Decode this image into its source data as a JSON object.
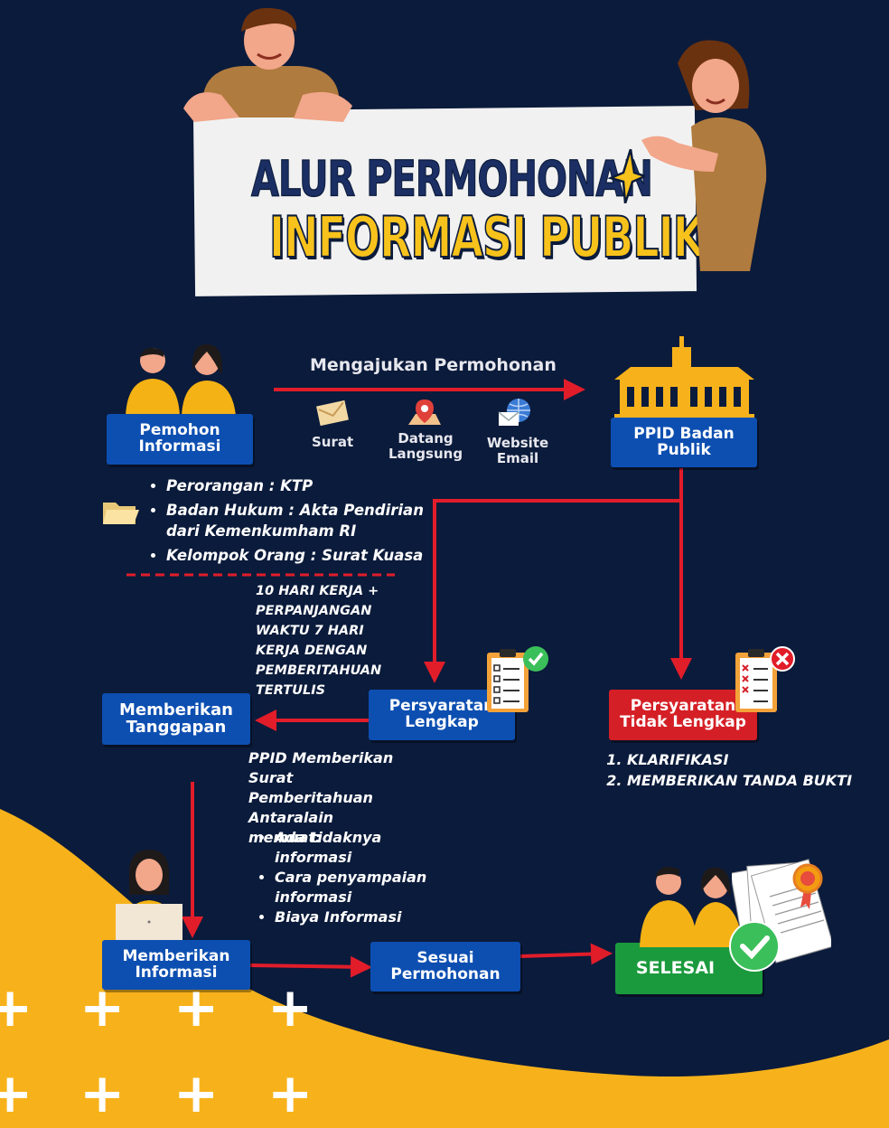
{
  "title": {
    "line1": "ALUR PERMOHONAN",
    "line2": "INFORMASI PUBLIK"
  },
  "colors": {
    "background": "#0b1b3b",
    "accent_yellow": "#f7b21b",
    "box_blue": "#0d4fb1",
    "box_red": "#d51f26",
    "box_green": "#1b9a3d",
    "arrow_red": "#e11d2a"
  },
  "nodes": {
    "pemohon": "Pemohon Informasi",
    "ppid": "PPID Badan Publik",
    "lengkap": "Persyaratan Lengkap",
    "tidak_lengkap": "Persyaratan Tidak Lengkap",
    "tanggapan": "Memberikan Tanggapan",
    "informasi": "Memberikan Informasi",
    "sesuai": "Sesuai Permohonan",
    "selesai": "SELESAI"
  },
  "submit": {
    "label": "Mengajukan Permohonan",
    "channels": [
      "Surat",
      "Datang Langsung",
      "Website Email"
    ]
  },
  "requirements": [
    "Perorangan : KTP",
    "Badan Hukum : Akta Pendirian dari Kemenkumham RI",
    "Kelompok Orang : Surat Kuasa"
  ],
  "timeline_note": "10 HARI KERJA + PERPANJANGAN WAKTU 7 HARI KERJA DENGAN PEMBERITAHUAN TERTULIS",
  "notice": {
    "intro": "PPID Memberikan Surat Pemberitahuan Antaralain memuat:",
    "items": [
      "Ada tidaknya informasi",
      "Cara penyampaian informasi",
      "Biaya Informasi"
    ]
  },
  "incomplete_steps": [
    "KLARIFIKASI",
    "MEMBERIKAN TANDA BUKTI"
  ],
  "icons": [
    "person-pointing-icon",
    "woman-pointing-icon",
    "sparkle-icon",
    "applicants-icon",
    "building-icon",
    "envelope-icon",
    "map-pin-icon",
    "globe-mail-icon",
    "folder-icon",
    "checklist-ok-icon",
    "checklist-x-icon",
    "woman-laptop-icon",
    "certificate-icon",
    "check-circle-icon"
  ]
}
